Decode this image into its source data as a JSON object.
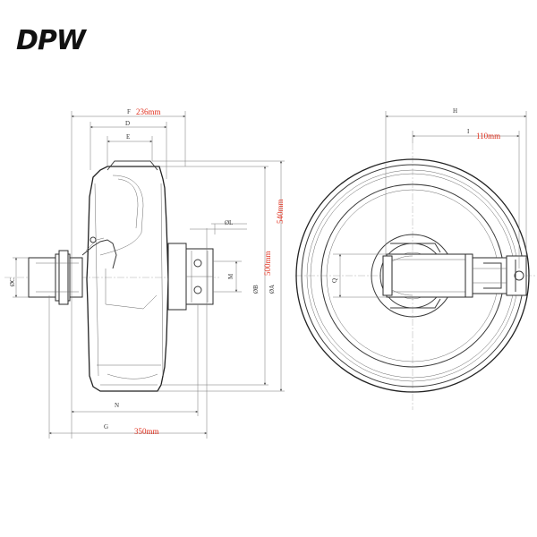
{
  "brand": {
    "logo": "DPW",
    "accent": "#e0301e",
    "line_color": "#3a3a3a"
  },
  "side_view": {
    "labels": {
      "F": "F",
      "D": "D",
      "E": "E",
      "L": "ØL",
      "M": "M",
      "B": "ØB",
      "A": "ØA",
      "C": "ØC",
      "N": "N",
      "G": "G"
    },
    "values": {
      "F": "236mm",
      "A_tread": "540mm",
      "B_flange": "500mm",
      "G": "350mm"
    }
  },
  "front_view": {
    "labels": {
      "H": "H",
      "I": "I",
      "Q": "Q"
    },
    "values": {
      "I": "110mm"
    }
  }
}
